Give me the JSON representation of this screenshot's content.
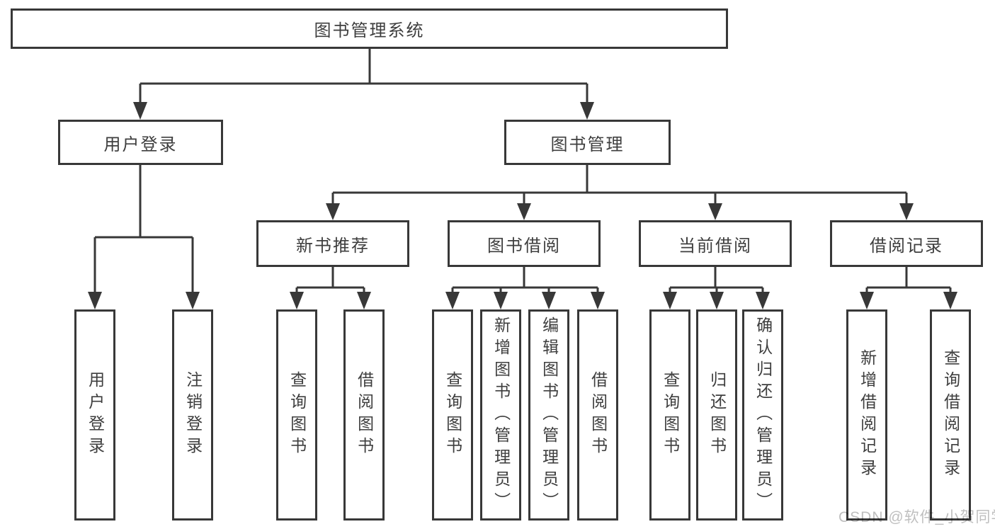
{
  "title": "图书管理系统",
  "user_login": {
    "label": "用户登录",
    "children": [
      "用户登录",
      "注销登录"
    ]
  },
  "book_mgmt": {
    "label": "图书管理"
  },
  "modules": [
    {
      "label": "新书推荐",
      "children": [
        "查询图书",
        "借阅图书"
      ]
    },
    {
      "label": "图书借阅",
      "children": [
        "查询图书",
        "新增图书（管理员）",
        "编辑图书（管理员）",
        "借阅图书"
      ]
    },
    {
      "label": "当前借阅",
      "children": [
        "查询图书",
        "归还图书",
        "确认归还（管理员）"
      ]
    },
    {
      "label": "借阅记录",
      "children": [
        "新增借阅记录",
        "查询借阅记录"
      ]
    }
  ],
  "watermark": "CSDN @软件_小贺同学",
  "colors": {
    "line": "#383838",
    "text": "#3e3e3e",
    "watermark": "#bfbfbf"
  }
}
